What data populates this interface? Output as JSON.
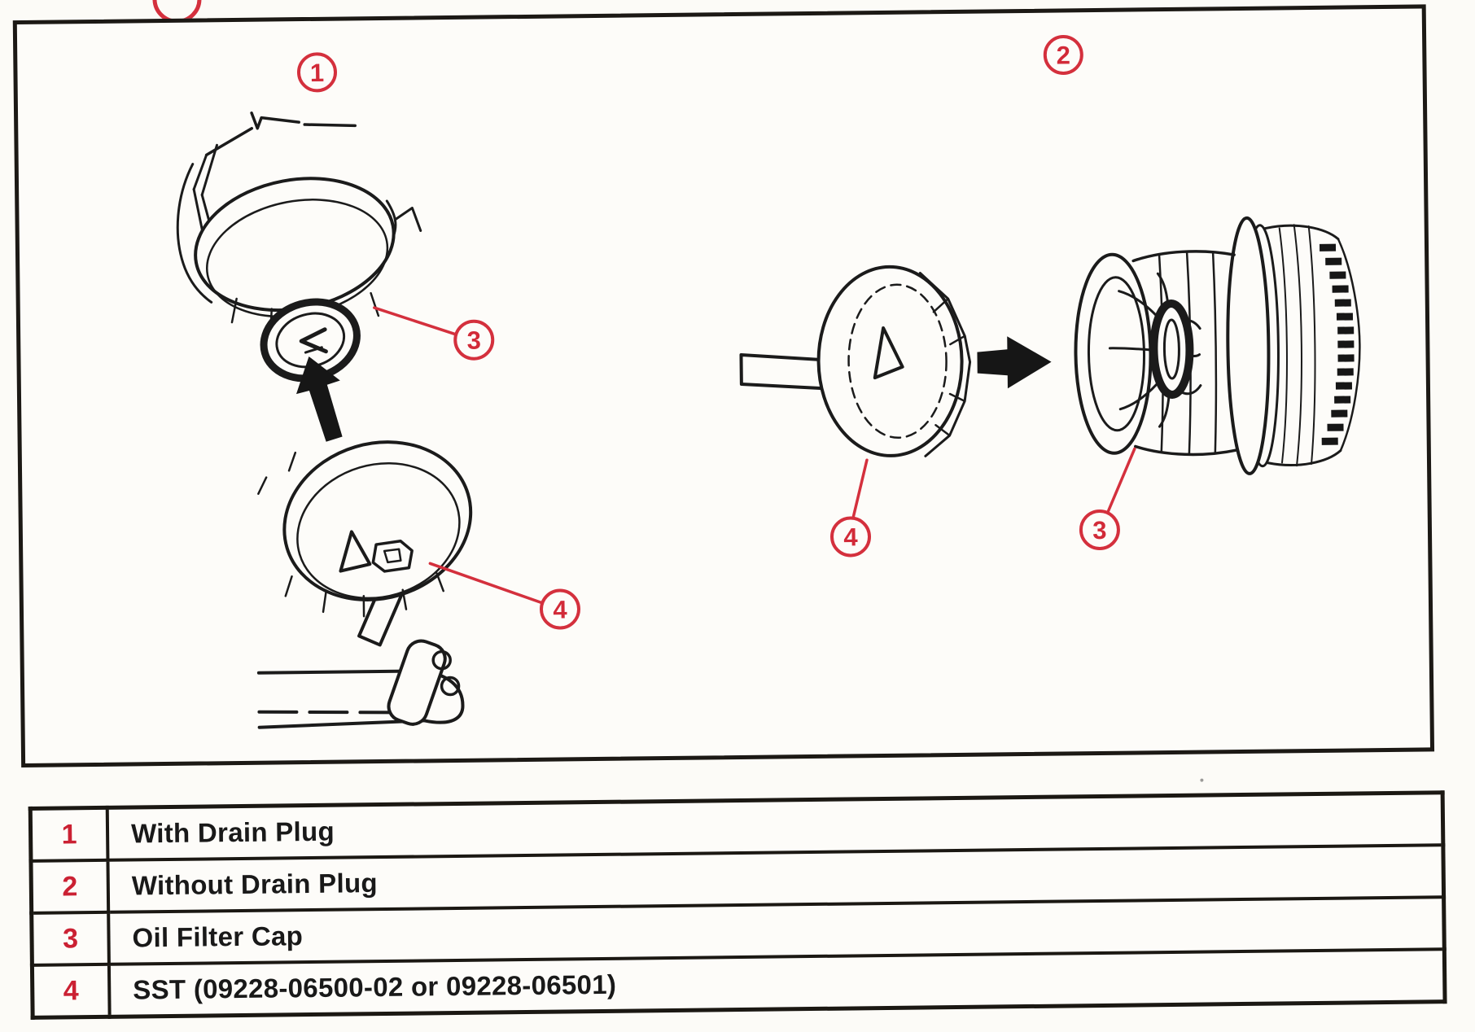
{
  "diagram": {
    "panel1": {
      "label": "1",
      "callout_cap": "3",
      "callout_sst": "4"
    },
    "panel2": {
      "label": "2",
      "callout_cap": "3",
      "callout_sst": "4"
    }
  },
  "legend": {
    "rows": [
      {
        "num": "1",
        "text": "With Drain Plug"
      },
      {
        "num": "2",
        "text": "Without Drain Plug"
      },
      {
        "num": "3",
        "text": "Oil Filter Cap"
      },
      {
        "num": "4",
        "text": "SST (09228-06500-02 or 09228-06501)"
      }
    ]
  },
  "colors": {
    "callout_red": "#d4303d",
    "number_red": "#cb2133",
    "ink": "#1b1b1b",
    "paper": "#fcfbf7"
  }
}
